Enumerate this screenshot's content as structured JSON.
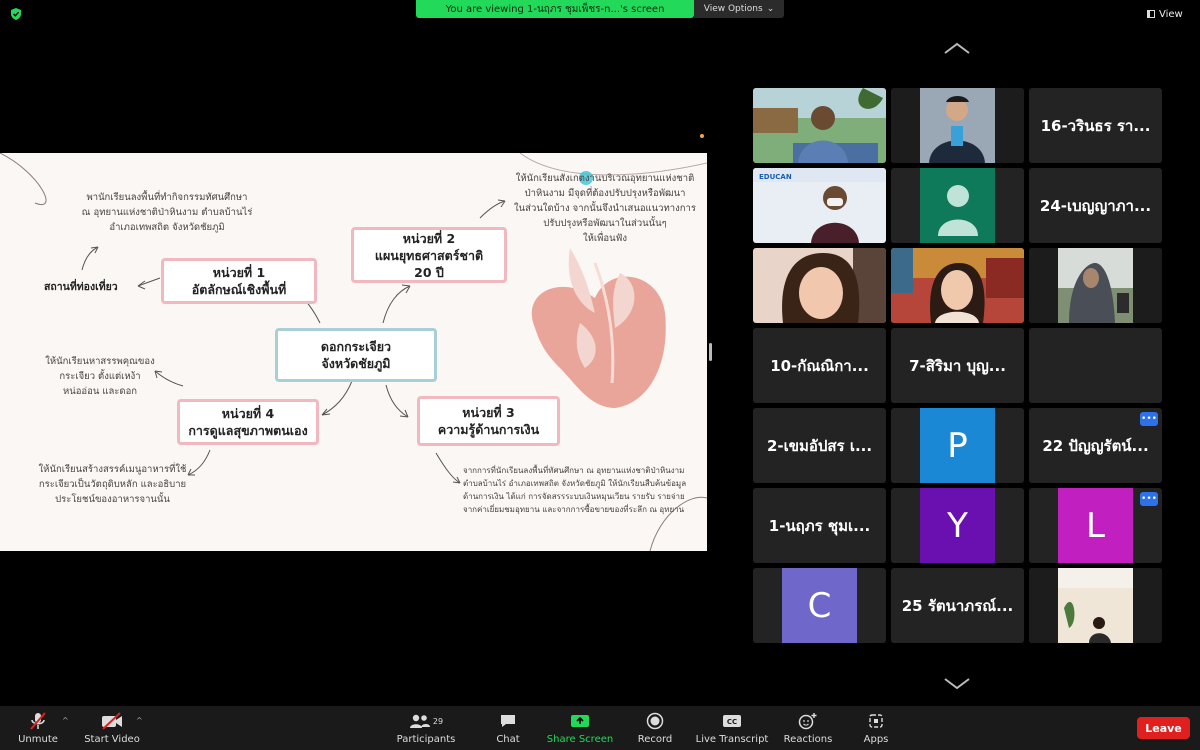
{
  "banner": {
    "viewing": "You are viewing 1-นฤภร ชุมเพ็ชร-n...'s screen",
    "view_options": "View Options",
    "view": "View"
  },
  "slide": {
    "center": [
      "ดอกกระเจียว",
      "จังหวัดชัยภูมิ"
    ],
    "unit1": [
      "หน่วยที่ 1",
      "อัตลักษณ์เชิงพื้นที่"
    ],
    "unit2": [
      "หน่วยที่ 2",
      "แผนยุทธศาสตร์ชาติ",
      "20 ปี"
    ],
    "unit3": [
      "หน่วยที่ 3",
      "ความรู้ด้านการเงิน"
    ],
    "unit4": [
      "หน่วยที่ 4",
      "การดูแลสุขภาพตนเอง"
    ],
    "tourist_label": "สถานที่ท่องเที่ยว",
    "note_top_left": [
      "พานักเรียนลงพื้นที่ทำกิจกรรมทัศนศึกษา",
      "ณ อุทยานแห่งชาติป่าหินงาม ตำบลบ้านไร่",
      "อำเภอเทพสถิต จังหวัดชัยภูมิ"
    ],
    "note_top_right": [
      "ให้นักเรียนสังเกตงานบริเวณอุทยานแห่งชาติ",
      "ป่าหินงาม มีจุดที่ต้องปรับปรุงหรือพัฒนา",
      "ในส่วนใดบ้าง จากนั้นจึงนำเสนอแนวทางการ",
      "ปรับปรุงหรือพัฒนาในส่วนนั้นๆ",
      "ให้เพื่อนฟัง"
    ],
    "note_mid_left": [
      "ให้นักเรียนหาสรรพคุณของ",
      "กระเจียว ตั้งแต่เหง้า",
      "หน่ออ่อน และดอก"
    ],
    "note_bottom_left": [
      "ให้นักเรียนสร้างสรรค์เมนูอาหารที่ใช้",
      "กระเจียวเป็นวัตถุดิบหลัก และอธิบาย",
      "ประโยชน์ของอาหารจานนั้น"
    ],
    "note_bottom_right": [
      "จากการที่นักเรียนลงพื้นที่ทัศนศึกษา ณ อุทยานแห่งชาติป่าหินงาม",
      "ตำบลบ้านไร่ อำเภอเทพสถิต จังหวัดชัยภูมิ ให้นักเรียนสืบค้นข้อมูล",
      "ด้านการเงิน ได้แก่ การจัดสรรระบบเงินหมุนเวียน รายรับ รายจ่าย",
      "จากค่าเยี่ยมชมอุทยาน และจากการซื้อขายของที่ระลึก ณ อุทยาน"
    ]
  },
  "gallery": {
    "tiles": [
      {
        "name": "",
        "kind": "video",
        "scene": "outdoor-man"
      },
      {
        "name": "",
        "kind": "video",
        "scene": "graduate"
      },
      {
        "name": "16-วรินธร รา...",
        "kind": "name"
      },
      {
        "name": "",
        "kind": "video",
        "scene": "masked-man"
      },
      {
        "name": "",
        "kind": "avatar-silhouette",
        "color": "#0e7a5a"
      },
      {
        "name": "24-เบญญาภา...",
        "kind": "name"
      },
      {
        "name": "",
        "kind": "video",
        "scene": "girl-closeup"
      },
      {
        "name": "",
        "kind": "video",
        "scene": "girl-room",
        "active": true
      },
      {
        "name": "",
        "kind": "video",
        "scene": "hooded-outdoor"
      },
      {
        "name": "10-กัณณิกา...",
        "kind": "name"
      },
      {
        "name": "7-สิริมา บุญ...",
        "kind": "name"
      },
      {
        "name": "",
        "kind": "empty"
      },
      {
        "name": "2-เขมอัปสร เ...",
        "kind": "name"
      },
      {
        "name": "P",
        "kind": "letter",
        "color": "#1a88d4"
      },
      {
        "name": "22 ปัญญรัตน์...",
        "kind": "name",
        "more": true
      },
      {
        "name": "1-นฤภร ชุมเ...",
        "kind": "name"
      },
      {
        "name": "Y",
        "kind": "letter",
        "color": "#6a0fb0"
      },
      {
        "name": "L",
        "kind": "letter",
        "color": "#c11fc0",
        "more": true
      },
      {
        "name": "C",
        "kind": "letter",
        "color": "#6f67c9"
      },
      {
        "name": "25 รัตนาภรณ์...",
        "kind": "name"
      },
      {
        "name": "",
        "kind": "video",
        "scene": "girl-cafe"
      }
    ]
  },
  "toolbar": {
    "unmute": "Unmute",
    "start_video": "Start Video",
    "participants": "Participants",
    "participants_count": "29",
    "chat": "Chat",
    "share_screen": "Share Screen",
    "record": "Record",
    "live_transcript": "Live Transcript",
    "reactions": "Reactions",
    "apps": "Apps",
    "leave": "Leave"
  }
}
